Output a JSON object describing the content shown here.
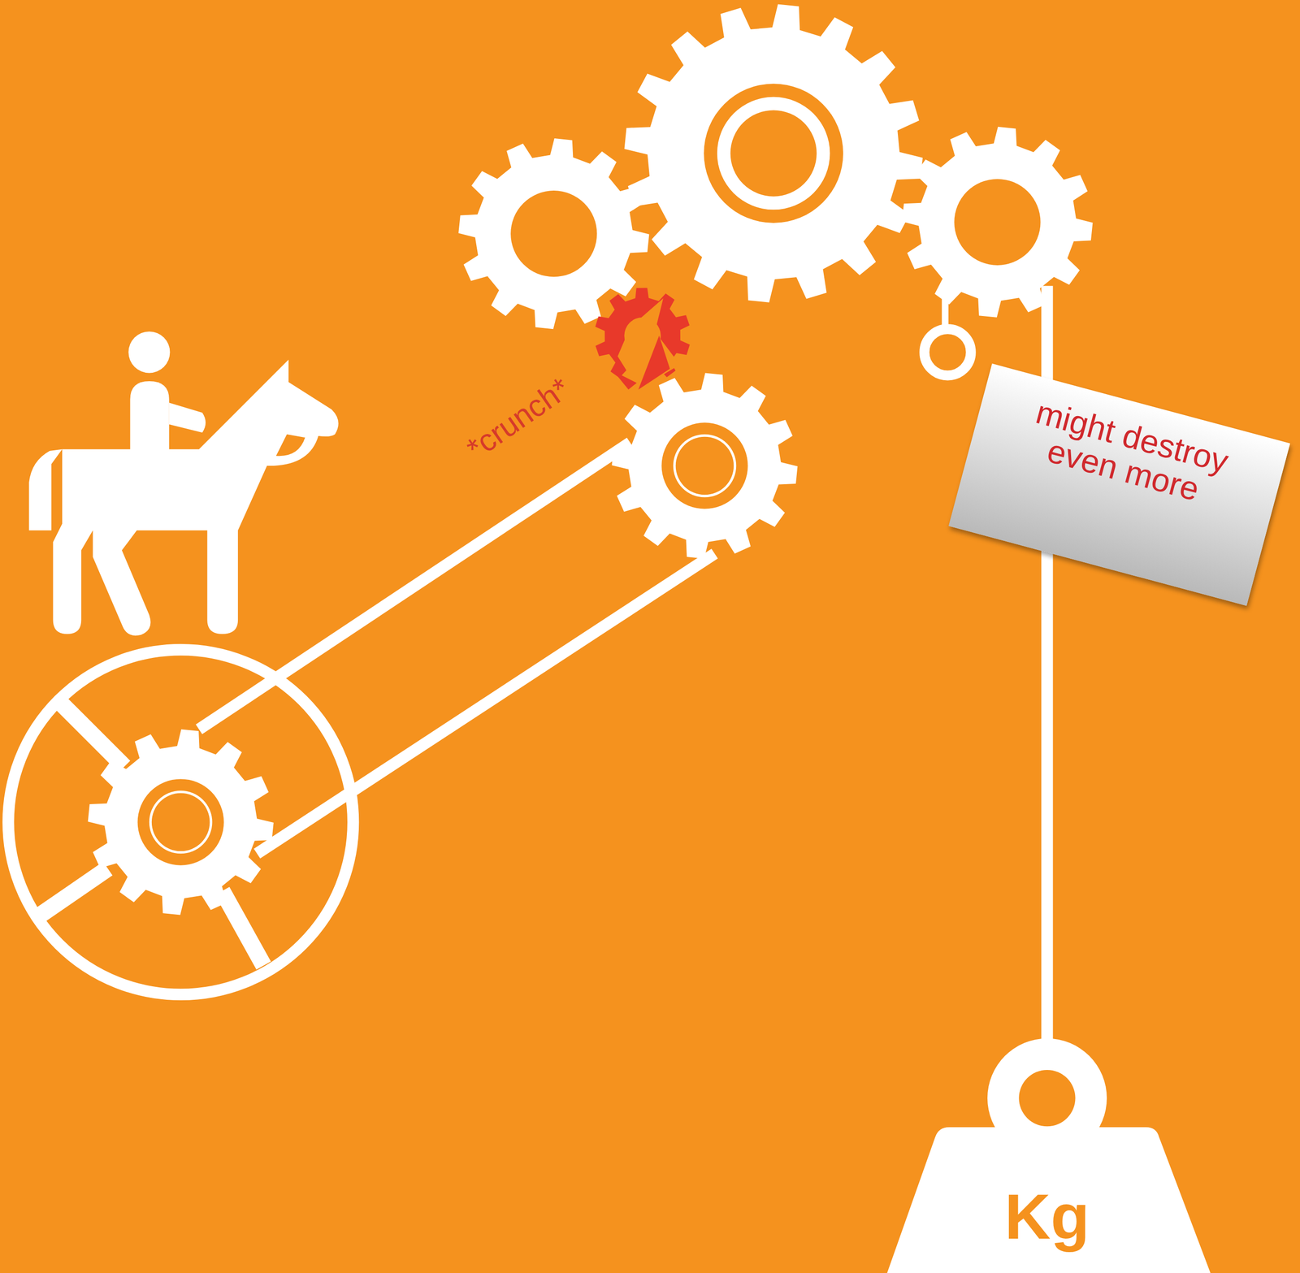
{
  "diagram": {
    "nodes": [
      {
        "text": [
          "might destroy even more"
        ]
      },
      {
        "text": [
          "Kg"
        ]
      }
    ],
    "labels": [
      "*crunch*"
    ]
  }
}
